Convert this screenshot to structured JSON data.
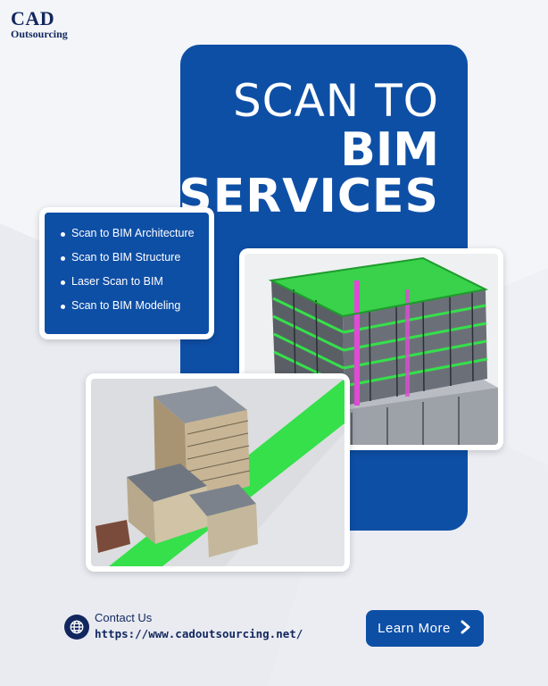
{
  "logo": {
    "line1": "CAD",
    "line2": "Outsourcing"
  },
  "title": {
    "line1": "SCAN TO",
    "line2": "BIM",
    "line3": "SERVICES"
  },
  "services": [
    "Scan to BIM Architecture",
    "Scan to BIM Structure",
    "Laser Scan to BIM",
    "Scan to BIM Modeling"
  ],
  "contact": {
    "label": "Contact Us",
    "url": "https://www.cadoutsourcing.net/"
  },
  "cta": {
    "label": "Learn More"
  },
  "icons": {
    "contact": "globe-icon",
    "cta": "chevron-right-icon"
  },
  "colors": {
    "brand_blue": "#0e4fa6",
    "navy": "#12275e",
    "bim_green": "#35e04a"
  }
}
